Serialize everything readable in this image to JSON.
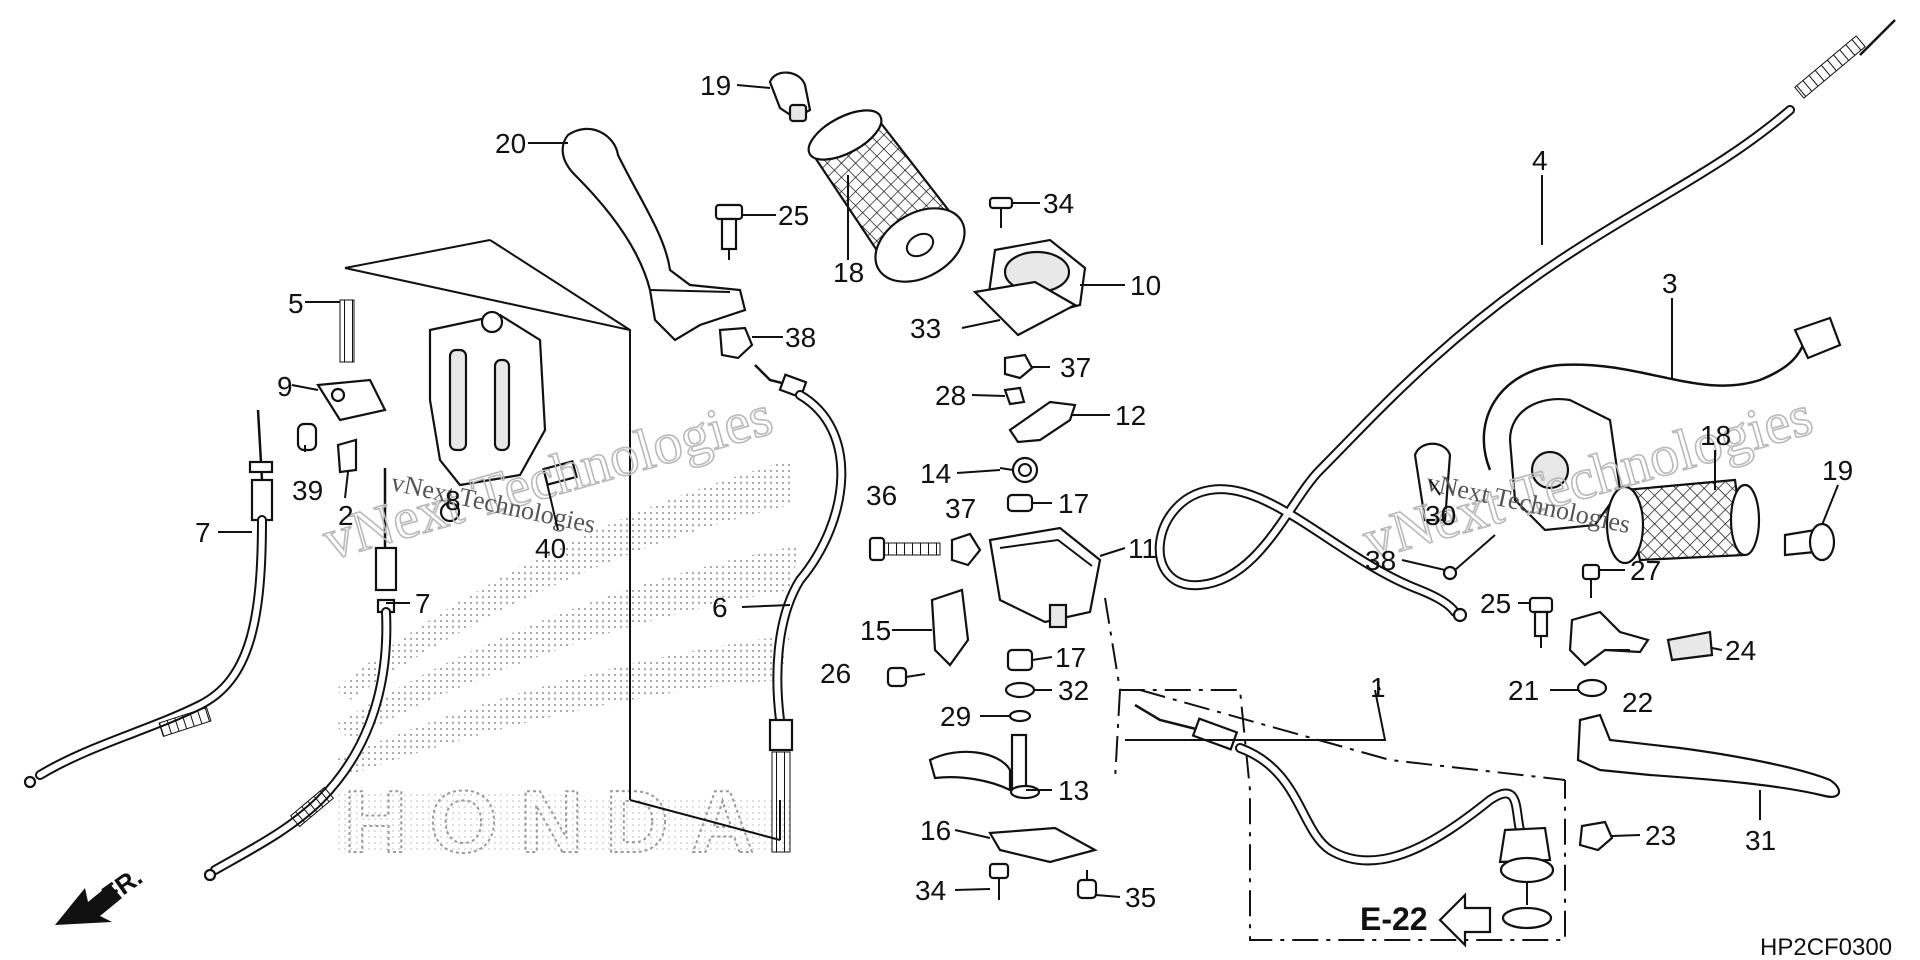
{
  "diagram": {
    "code": "HP2CF0300",
    "front_label": "FR.",
    "ref_label": "E-22",
    "watermark": {
      "text": "vNext Technologies",
      "brand": "HONDA"
    },
    "callouts": [
      "1",
      "2",
      "3",
      "4",
      "5",
      "6",
      "7",
      "7",
      "8",
      "9",
      "10",
      "11",
      "12",
      "13",
      "14",
      "15",
      "16",
      "17",
      "17",
      "18",
      "18",
      "19",
      "19",
      "20",
      "21",
      "22",
      "23",
      "24",
      "25",
      "25",
      "26",
      "27",
      "28",
      "29",
      "30",
      "31",
      "32",
      "33",
      "34",
      "34",
      "35",
      "36",
      "37",
      "37",
      "38",
      "38",
      "39",
      "40"
    ]
  }
}
